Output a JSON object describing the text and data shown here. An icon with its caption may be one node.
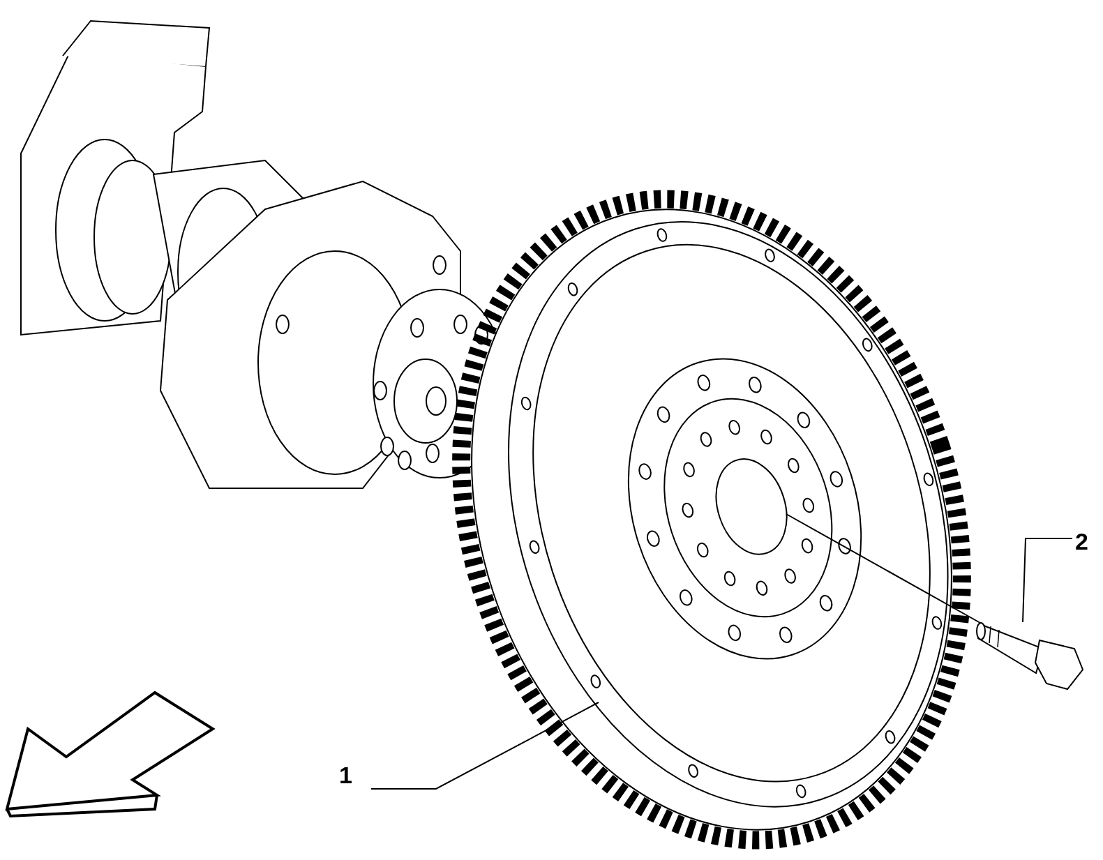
{
  "diagram": {
    "nodes": [
      {
        "text": [
          "1"
        ]
      },
      {
        "text": [],
        "shape": "picture"
      },
      {
        "text": [
          "2"
        ]
      },
      {
        "text": [],
        "shape": "picture"
      }
    ],
    "edges": [
      {
        "from": 0,
        "to": 1,
        "arrow": "none"
      },
      {
        "from": 2,
        "to": 3,
        "arrow": "none"
      },
      {
        "from": 3,
        "to": 1,
        "arrow": "none"
      }
    ]
  }
}
